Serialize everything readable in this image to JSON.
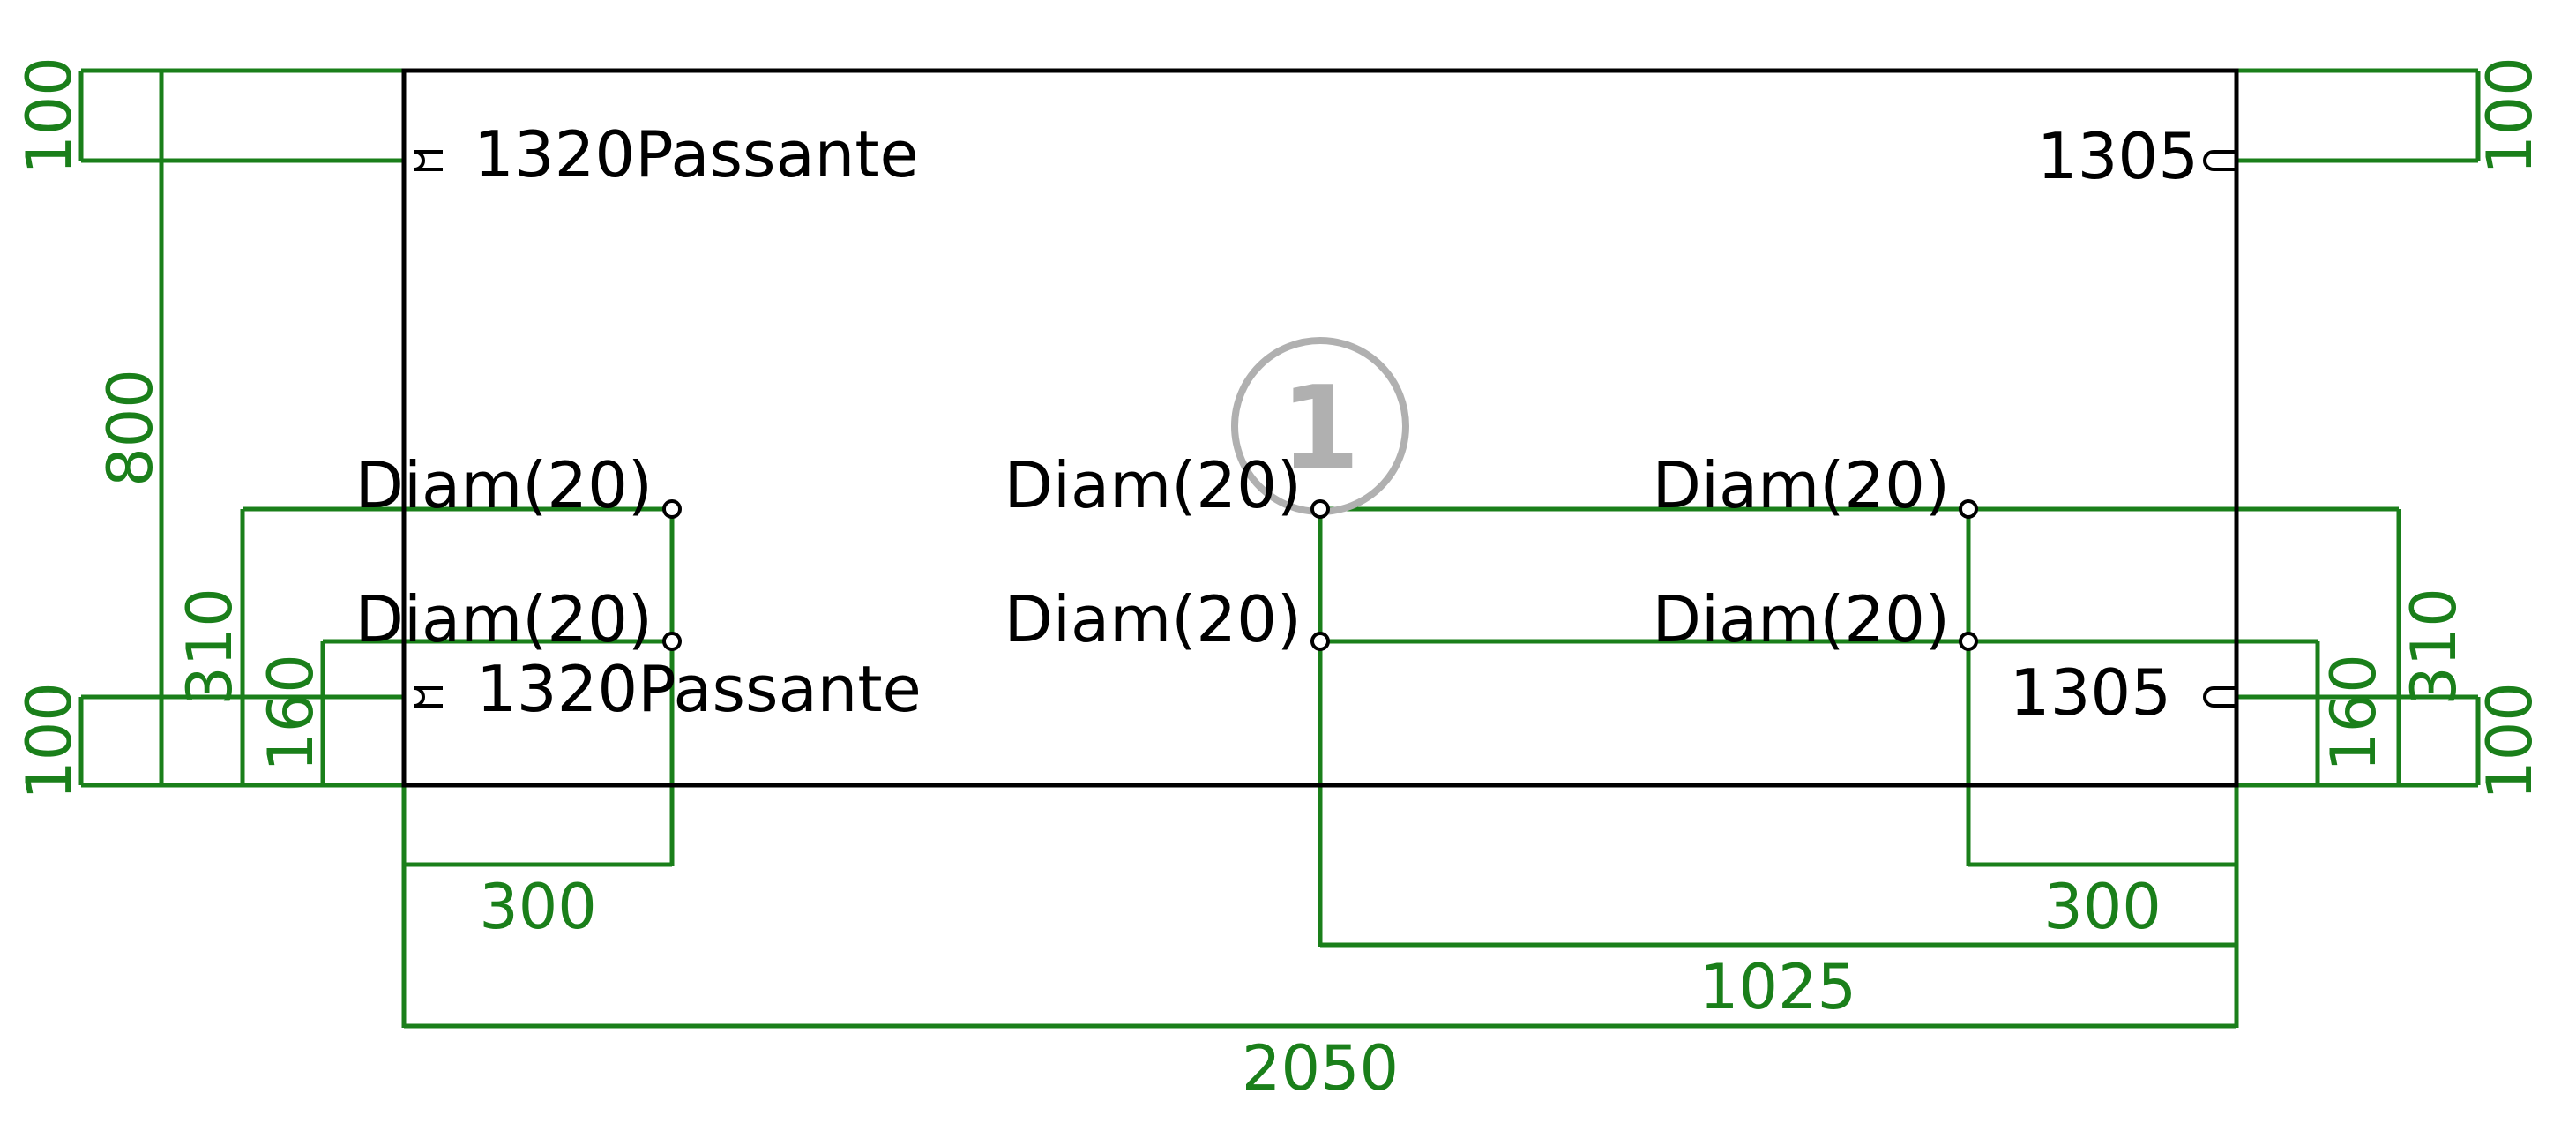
{
  "badge": {
    "label": "1"
  },
  "labels": {
    "top_left": "1320Passante",
    "top_right": "1305",
    "bottom_left": "1320Passante",
    "bottom_right": "1305",
    "hole_top_left": "Diam(20)",
    "hole_top_center": "Diam(20)",
    "hole_top_right": "Diam(20)",
    "hole_bottom_left": "Diam(20)",
    "hole_bottom_center": "Diam(20)",
    "hole_bottom_right": "Diam(20)"
  },
  "dimensions": {
    "left_top_100": "100",
    "left_800": "800",
    "left_310": "310",
    "left_160": "160",
    "left_bottom_100": "100",
    "right_top_100": "100",
    "right_310": "310",
    "right_160": "160",
    "right_bottom_100": "100",
    "bottom_300_left": "300",
    "bottom_300_right": "300",
    "bottom_1025": "1025",
    "bottom_2050": "2050"
  },
  "colors": {
    "dimension": "#1a7f1a",
    "outline": "#000000",
    "badge": "#b0b0b0"
  }
}
